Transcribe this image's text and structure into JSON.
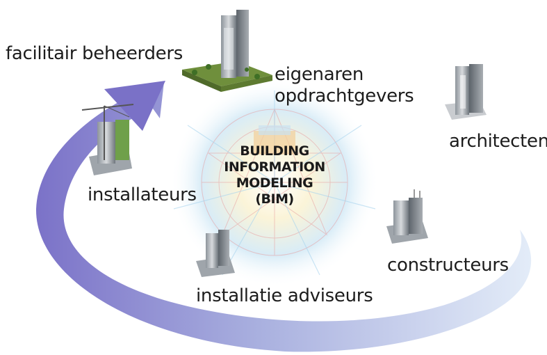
{
  "center": {
    "line1": "BUILDING",
    "line2": "INFORMATION",
    "line3": "MODELING",
    "line4": "(BIM)"
  },
  "labels": {
    "facilitair": "facilitair beheerders",
    "eigenaren": "eigenaren",
    "opdrachtgevers": "opdrachtgevers",
    "architecten": "architecten",
    "installateurs": "installateurs",
    "constructeurs": "constructeurs",
    "adviseurs": "installatie adviseurs"
  },
  "colors": {
    "arrow_dark": "#7b72c8",
    "arrow_light": "#dbe6f6",
    "burst_red": "#e8a0a0",
    "burst_blue": "#a8d4ee",
    "text": "#1c1c1c"
  },
  "icons": [
    "tower-building-icon",
    "tall-building-icon",
    "crane-building-icon",
    "highrise-building-icon",
    "office-building-icon"
  ]
}
